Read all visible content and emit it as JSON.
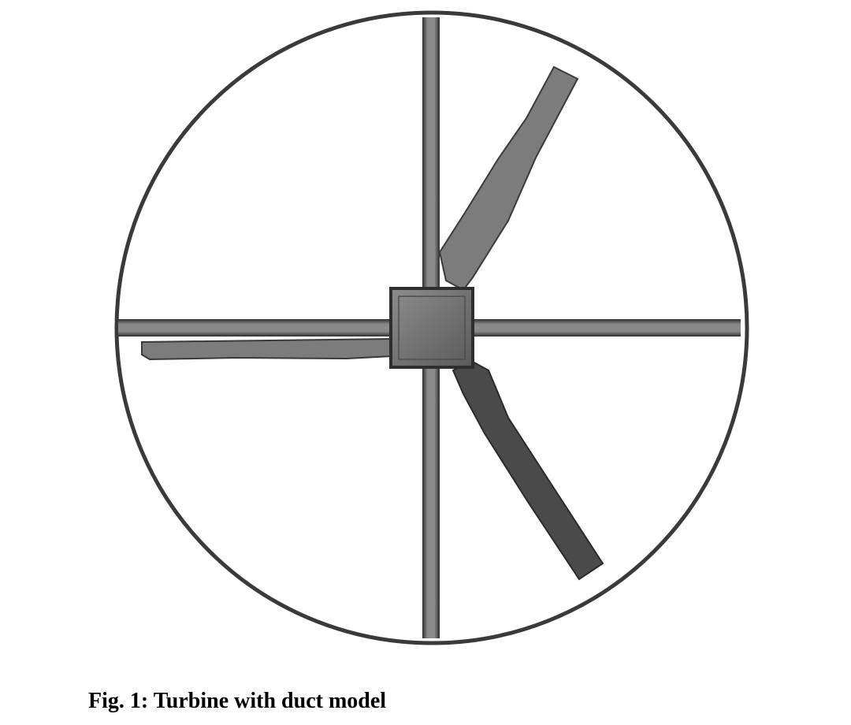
{
  "figure": {
    "caption": "Fig. 1: Turbine with duct model"
  },
  "colors": {
    "background": "#ffffff",
    "duct_outline": "#3a3a3a",
    "strut_fill": "#7a7a7a",
    "strut_edge": "#2e2e2e",
    "hub_fill": "#6d6d6d",
    "blade_light": "#7c7c7c",
    "blade_dark": "#4a4a4a"
  },
  "components": {
    "duct": "circular-duct",
    "struts": 4,
    "hub": "square-hub",
    "blades": 3
  }
}
